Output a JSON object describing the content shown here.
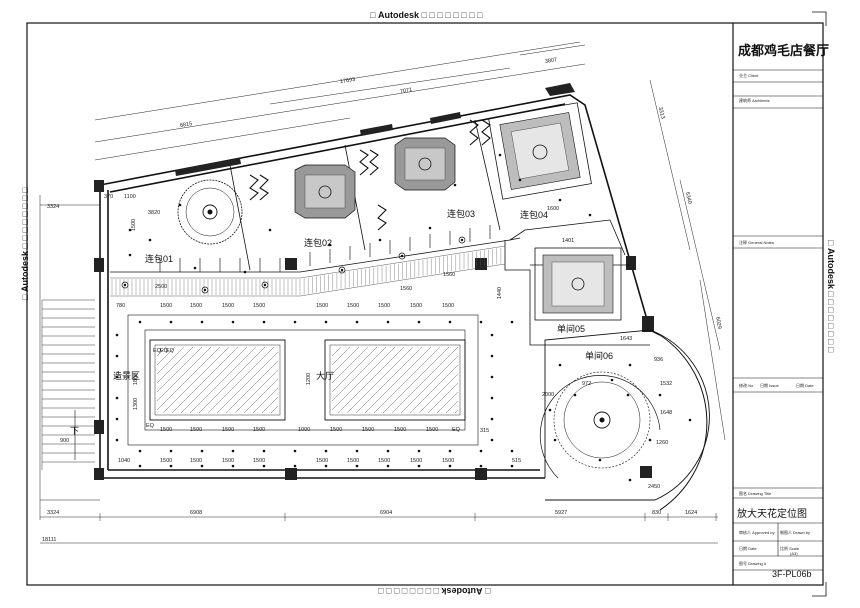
{
  "watermark": {
    "symbol": "□",
    "brand": "Autodesk",
    "marks": "□ □ □ □ □ □ □ □"
  },
  "title_block": {
    "project_name": "成都鸡毛店餐厅",
    "client_label": "业主 Client",
    "architect_label": "建筑师 Architects",
    "general_notes_label": "注释 General Notes",
    "revision_row": {
      "no": "修改 No",
      "issue": "日期 Issue",
      "date": "日期 Date"
    },
    "drawing_title_label": "图名 Drawing Title",
    "drawing_title": "放大天花定位图",
    "approved_label": "审核人 Approved by",
    "drawn_label": "制图人 Drawn by",
    "date_label": "日期 Date",
    "scale_label": "比例 Scale",
    "scale_value": "(A3)",
    "drawing_no_label": "图号 Drawing #",
    "drawing_no": "3F-PL06b"
  },
  "rooms": {
    "room1": "连包01",
    "room2": "连包02",
    "room3": "连包03",
    "room4": "连包04",
    "room5": "单间05",
    "room6": "单间06",
    "scenic": "造景区",
    "hall": "大厅",
    "down": "下"
  },
  "dimensions": {
    "top_overall": "17693",
    "top_right": "3807",
    "top_mid": "7071",
    "top_left": "6815",
    "right_a": "3313",
    "right_b": "5340",
    "right_c": "6029",
    "left_3324": "3324",
    "left_370": "370",
    "left_1100": "1100",
    "left_3820": "3820",
    "left_1500": "1500",
    "left_780": "780",
    "left_2500": "2500",
    "bottom_3324": "3324",
    "bottom_6908": "6908",
    "bottom_6904": "6904",
    "bottom_5927": "5927",
    "bottom_830": "830",
    "bottom_1624": "1624",
    "bottom_total": "18111",
    "grid_1500": "1500",
    "grid_1200": "1200",
    "grid_1800": "1800",
    "grid_1300": "1300",
    "grid_1040": "1040",
    "grid_315": "315",
    "grid_515": "515",
    "grid_900": "900",
    "eq": "EQ",
    "r_1600": "1600",
    "r_1401": "1401",
    "r_1560": "1560",
    "r_1440": "1440",
    "r_1643": "1643",
    "r_936": "936",
    "r_1532": "1532",
    "r_1648": "1648",
    "r_1260": "1260",
    "r_2450": "2450",
    "r_972": "972",
    "r_1000": "1000",
    "r_2000": "2000"
  }
}
